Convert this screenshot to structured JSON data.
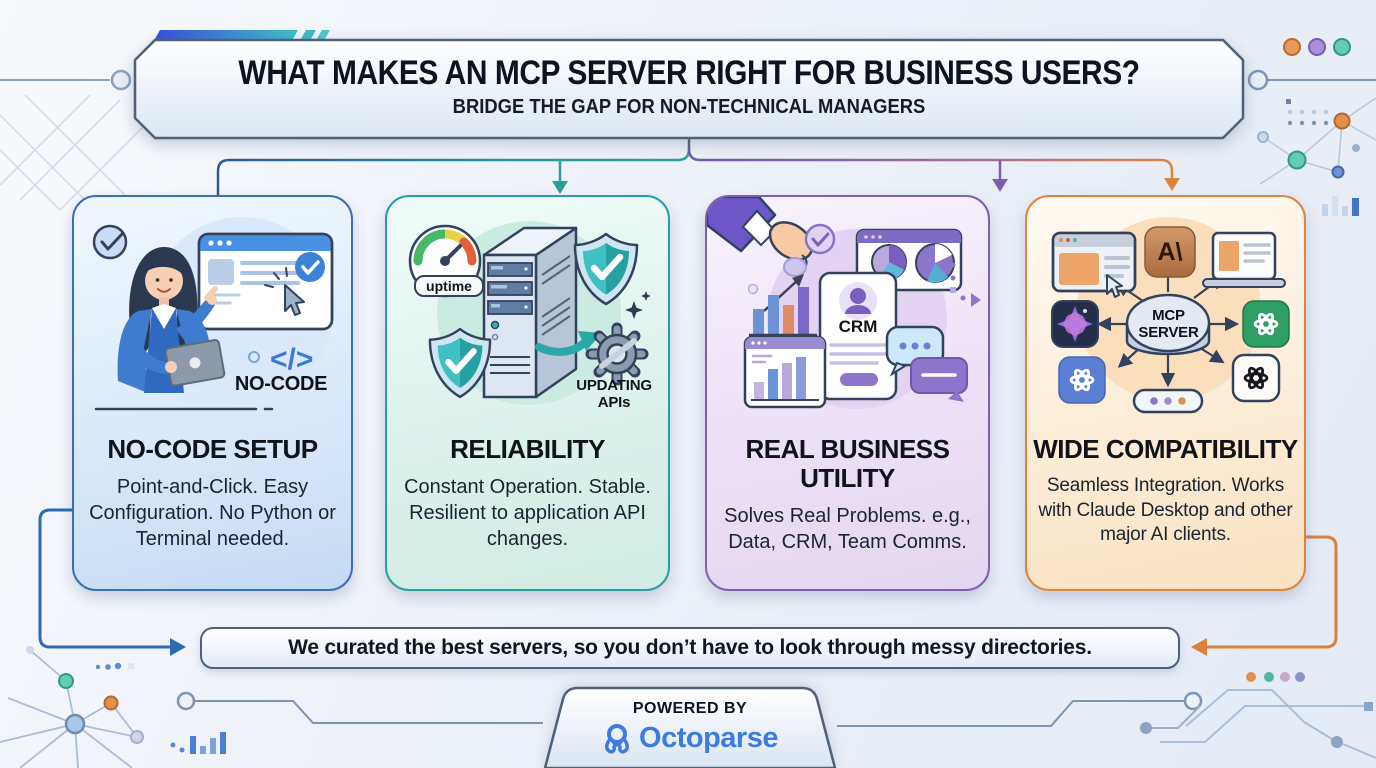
{
  "header": {
    "title": "WHAT MAKES AN MCP SERVER RIGHT FOR BUSINESS USERS?",
    "subtitle": "BRIDGE THE GAP FOR NON-TECHNICAL MANAGERS"
  },
  "cards": [
    {
      "id": "no-code-setup",
      "accent_color": "#3a6fb5",
      "heading": "NO-CODE SETUP",
      "body": "Point-and-Click. Easy Configuration. No Python or Terminal needed.",
      "illustration": {
        "label": "NO-CODE",
        "icons": [
          "check-circle-icon",
          "browser-window-icon",
          "cursor-click-icon",
          "code-tag-icon",
          "businesswoman-with-tablet"
        ]
      }
    },
    {
      "id": "reliability",
      "accent_color": "#2a9d9d",
      "heading": "RELIABILITY",
      "body": "Constant Operation. Stable. Resilient to application API changes.",
      "illustration": {
        "gauge_label": "uptime",
        "gear_label": "UPDATING APIs",
        "icons": [
          "uptime-gauge-icon",
          "server-tower-icon",
          "shield-check-icon",
          "refresh-arrow-icon",
          "gear-icon",
          "sparkle-icon"
        ]
      }
    },
    {
      "id": "real-business-utility",
      "accent_color": "#7e5fae",
      "heading": "REAL BUSINESS UTILITY",
      "body": "Solves Real Problems. e.g., Data, CRM, Team Comms.",
      "illustration": {
        "card_label": "CRM",
        "icons": [
          "hand-icon",
          "check-circle-icon",
          "growth-bar-chart-icon",
          "pie-chart-browser-icon",
          "crm-profile-card-icon",
          "analytics-browser-icon",
          "chat-bubbles-icon"
        ]
      }
    },
    {
      "id": "wide-compatibility",
      "accent_color": "#dd8440",
      "heading": "WIDE COMPATIBILITY",
      "body": "Seamless Integration. Works with Claude Desktop and other major AI clients.",
      "illustration": {
        "hub_label": "MCP SERVER",
        "claude_glyph": "A\\",
        "icons": [
          "browser-app-icon",
          "claude-icon",
          "laptop-icon",
          "starburst-app-icon",
          "openai-green-icon",
          "swirl-blue-app-icon",
          "openai-light-icon",
          "dots-pill-icon"
        ]
      }
    }
  ],
  "callout": {
    "text": "We curated the best servers, so you don’t have to look through messy directories."
  },
  "footer": {
    "powered_by": "POWERED BY",
    "brand": "Octoparse",
    "brand_color": "#3D7BE0"
  }
}
